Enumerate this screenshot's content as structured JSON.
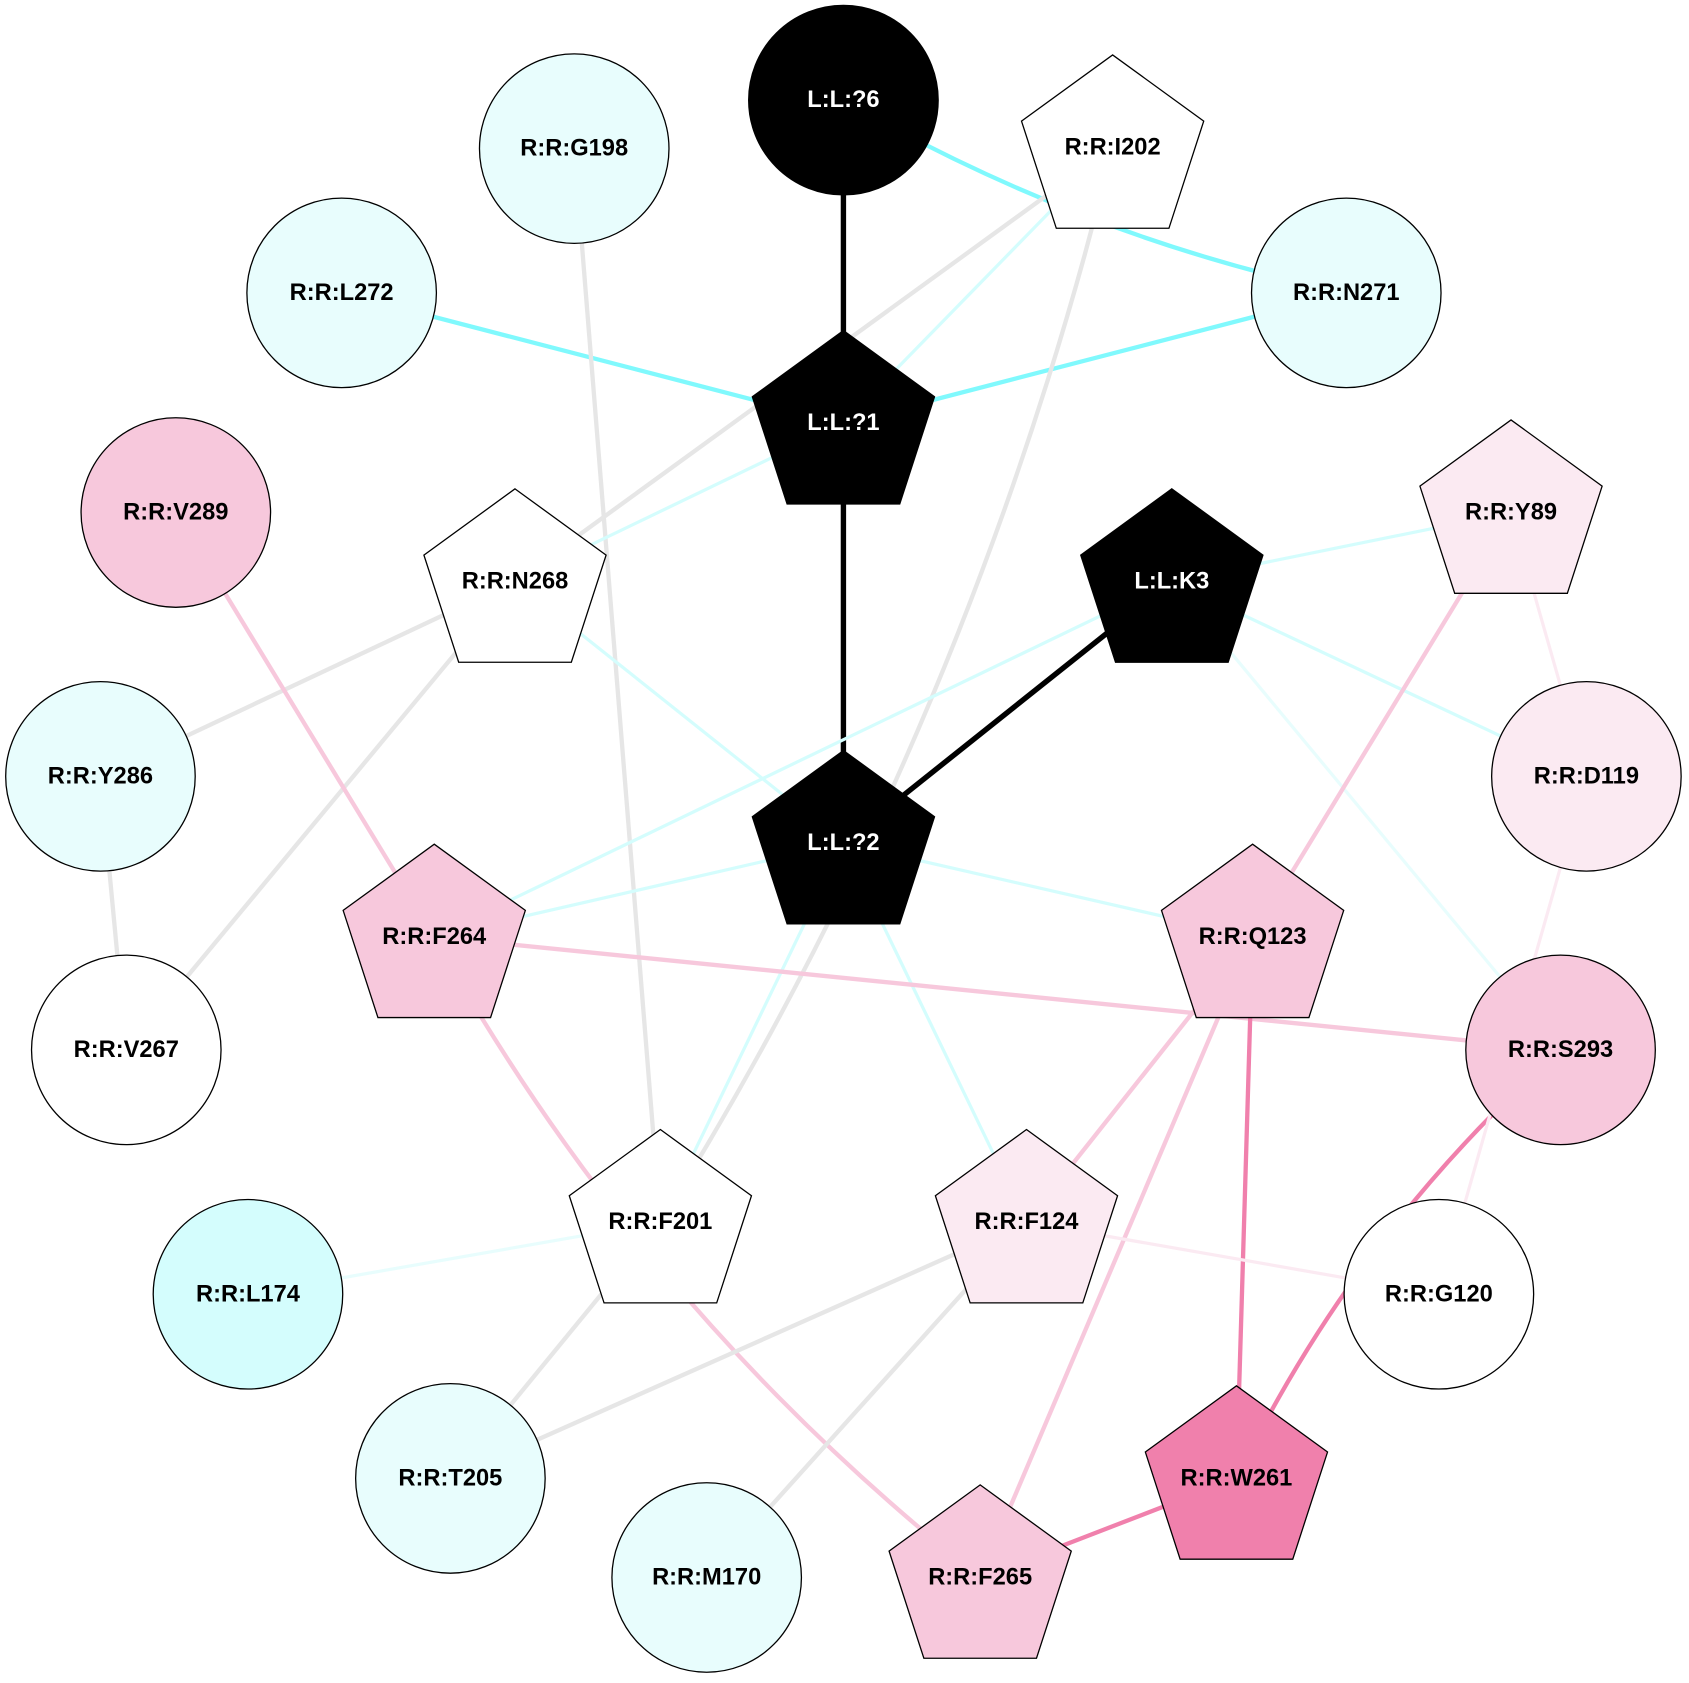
{
  "colors": {
    "ligand": "#000000",
    "cyan_strong": "#80f9fd",
    "cyan_light": "#d4fdfd",
    "cyan_faint": "#e8fdfd",
    "pink": "#f7c8dc",
    "pink_light": "#fbeaf2",
    "pink_strong": "#f080ac",
    "gray": "#e6e6e6",
    "white": "#ffffff"
  },
  "nodes": [
    {
      "id": "L:L:?6",
      "shape": "circle",
      "fill": "#000000",
      "text": "#ffffff"
    },
    {
      "id": "R:R:G198",
      "shape": "circle",
      "fill": "#e8fdfd",
      "text": "#000000"
    },
    {
      "id": "R:R:I202",
      "shape": "pentagon",
      "fill": "#ffffff",
      "text": "#000000"
    },
    {
      "id": "R:R:L272",
      "shape": "circle",
      "fill": "#e8fdfd",
      "text": "#000000"
    },
    {
      "id": "R:R:N271",
      "shape": "circle",
      "fill": "#e8fdfd",
      "text": "#000000"
    },
    {
      "id": "L:L:?1",
      "shape": "pentagon",
      "fill": "#000000",
      "text": "#ffffff"
    },
    {
      "id": "R:R:V289",
      "shape": "circle",
      "fill": "#f7c8dc",
      "text": "#000000"
    },
    {
      "id": "R:R:N268",
      "shape": "pentagon",
      "fill": "#ffffff",
      "text": "#000000"
    },
    {
      "id": "L:L:K3",
      "shape": "pentagon",
      "fill": "#000000",
      "text": "#ffffff"
    },
    {
      "id": "R:R:Y89",
      "shape": "pentagon",
      "fill": "#fbeaf2",
      "text": "#000000"
    },
    {
      "id": "R:R:Y286",
      "shape": "circle",
      "fill": "#e8fdfd",
      "text": "#000000"
    },
    {
      "id": "R:R:D119",
      "shape": "circle",
      "fill": "#fbeaf2",
      "text": "#000000"
    },
    {
      "id": "L:L:?2",
      "shape": "pentagon",
      "fill": "#000000",
      "text": "#ffffff"
    },
    {
      "id": "R:R:F264",
      "shape": "pentagon",
      "fill": "#f7c8dc",
      "text": "#000000"
    },
    {
      "id": "R:R:Q123",
      "shape": "pentagon",
      "fill": "#f7c8dc",
      "text": "#000000"
    },
    {
      "id": "R:R:V267",
      "shape": "circle",
      "fill": "#ffffff",
      "text": "#000000"
    },
    {
      "id": "R:R:S293",
      "shape": "circle",
      "fill": "#f7c8dc",
      "text": "#000000"
    },
    {
      "id": "R:R:F201",
      "shape": "pentagon",
      "fill": "#ffffff",
      "text": "#000000"
    },
    {
      "id": "R:R:F124",
      "shape": "pentagon",
      "fill": "#fbeaf2",
      "text": "#000000"
    },
    {
      "id": "R:R:L174",
      "shape": "circle",
      "fill": "#d4fdfd",
      "text": "#000000"
    },
    {
      "id": "R:R:G120",
      "shape": "circle",
      "fill": "#ffffff",
      "text": "#000000"
    },
    {
      "id": "R:R:T205",
      "shape": "circle",
      "fill": "#e8fdfd",
      "text": "#000000"
    },
    {
      "id": "R:R:W261",
      "shape": "pentagon",
      "fill": "#f080ac",
      "text": "#000000"
    },
    {
      "id": "R:R:M170",
      "shape": "circle",
      "fill": "#e8fdfd",
      "text": "#000000"
    },
    {
      "id": "R:R:F265",
      "shape": "pentagon",
      "fill": "#f7c8dc",
      "text": "#000000"
    }
  ],
  "edges": [
    {
      "s": "L:L:?6",
      "t": "L:L:?1",
      "color": "#000000",
      "weight": 3
    },
    {
      "s": "L:L:?1",
      "t": "L:L:?2",
      "color": "#000000",
      "weight": 3
    },
    {
      "s": "L:L:K3",
      "t": "L:L:?2",
      "color": "#000000",
      "weight": 3
    },
    {
      "s": "L:L:?6",
      "t": "R:R:N271",
      "color": "#80f9fd",
      "weight": 2,
      "curve": 0.08
    },
    {
      "s": "R:R:L272",
      "t": "L:L:?1",
      "color": "#80f9fd",
      "weight": 2
    },
    {
      "s": "R:R:N271",
      "t": "L:L:?1",
      "color": "#80f9fd",
      "weight": 2
    },
    {
      "s": "R:R:I202",
      "t": "L:L:?1",
      "color": "#d4fdfd",
      "weight": 1
    },
    {
      "s": "R:R:I202",
      "t": "R:R:N268",
      "color": "#e6e6e6",
      "weight": 2
    },
    {
      "s": "R:R:I202",
      "t": "R:R:F201",
      "color": "#e6e6e6",
      "weight": 2,
      "curve": -0.08
    },
    {
      "s": "R:R:G198",
      "t": "R:R:F201",
      "color": "#e6e6e6",
      "weight": 2
    },
    {
      "s": "L:L:?1",
      "t": "R:R:N268",
      "color": "#d4fdfd",
      "weight": 1
    },
    {
      "s": "R:R:N268",
      "t": "R:R:Y286",
      "color": "#e6e6e6",
      "weight": 2
    },
    {
      "s": "R:R:N268",
      "t": "R:R:V267",
      "color": "#e6e6e6",
      "weight": 2
    },
    {
      "s": "R:R:N268",
      "t": "L:L:?2",
      "color": "#d4fdfd",
      "weight": 1
    },
    {
      "s": "R:R:V289",
      "t": "R:R:F264",
      "color": "#f7c8dc",
      "weight": 2
    },
    {
      "s": "R:R:Y286",
      "t": "R:R:V267",
      "color": "#e6e6e6",
      "weight": 2
    },
    {
      "s": "L:L:K3",
      "t": "R:R:Y89",
      "color": "#d4fdfd",
      "weight": 1
    },
    {
      "s": "L:L:K3",
      "t": "R:R:F264",
      "color": "#d4fdfd",
      "weight": 1
    },
    {
      "s": "L:L:K3",
      "t": "R:R:D119",
      "color": "#d4fdfd",
      "weight": 1
    },
    {
      "s": "L:L:K3",
      "t": "R:R:S293",
      "color": "#e8fdfd",
      "weight": 1
    },
    {
      "s": "R:R:Y89",
      "t": "R:R:Q123",
      "color": "#f7c8dc",
      "weight": 2
    },
    {
      "s": "R:R:Y89",
      "t": "R:R:D119",
      "color": "#fbeaf2",
      "weight": 1
    },
    {
      "s": "L:L:?2",
      "t": "R:R:F264",
      "color": "#d4fdfd",
      "weight": 1
    },
    {
      "s": "L:L:?2",
      "t": "R:R:Q123",
      "color": "#d4fdfd",
      "weight": 1
    },
    {
      "s": "L:L:?2",
      "t": "R:R:F201",
      "color": "#d4fdfd",
      "weight": 1
    },
    {
      "s": "L:L:?2",
      "t": "R:R:F124",
      "color": "#d4fdfd",
      "weight": 1
    },
    {
      "s": "R:R:F264",
      "t": "R:R:S293",
      "color": "#f7c8dc",
      "weight": 2
    },
    {
      "s": "R:R:F264",
      "t": "R:R:F265",
      "color": "#f7c8dc",
      "weight": 2,
      "curve": 0.1
    },
    {
      "s": "R:R:Q123",
      "t": "R:R:F124",
      "color": "#f7c8dc",
      "weight": 2
    },
    {
      "s": "R:R:Q123",
      "t": "R:R:F265",
      "color": "#f7c8dc",
      "weight": 2
    },
    {
      "s": "R:R:Q123",
      "t": "R:R:W261",
      "color": "#f080ac",
      "weight": 2
    },
    {
      "s": "R:R:S293",
      "t": "R:R:W261",
      "color": "#f080ac",
      "weight": 2,
      "curve": 0.1
    },
    {
      "s": "R:R:D119",
      "t": "R:R:G120",
      "color": "#fbeaf2",
      "weight": 1
    },
    {
      "s": "R:R:F201",
      "t": "R:R:L174",
      "color": "#e8fdfd",
      "weight": 1
    },
    {
      "s": "R:R:F201",
      "t": "R:R:T205",
      "color": "#e6e6e6",
      "weight": 2
    },
    {
      "s": "R:R:F124",
      "t": "R:R:T205",
      "color": "#e6e6e6",
      "weight": 2
    },
    {
      "s": "R:R:F124",
      "t": "R:R:M170",
      "color": "#e6e6e6",
      "weight": 2
    },
    {
      "s": "R:R:F124",
      "t": "R:R:G120",
      "color": "#fbeaf2",
      "weight": 1
    },
    {
      "s": "R:R:W261",
      "t": "R:R:F265",
      "color": "#f080ac",
      "weight": 2
    }
  ]
}
